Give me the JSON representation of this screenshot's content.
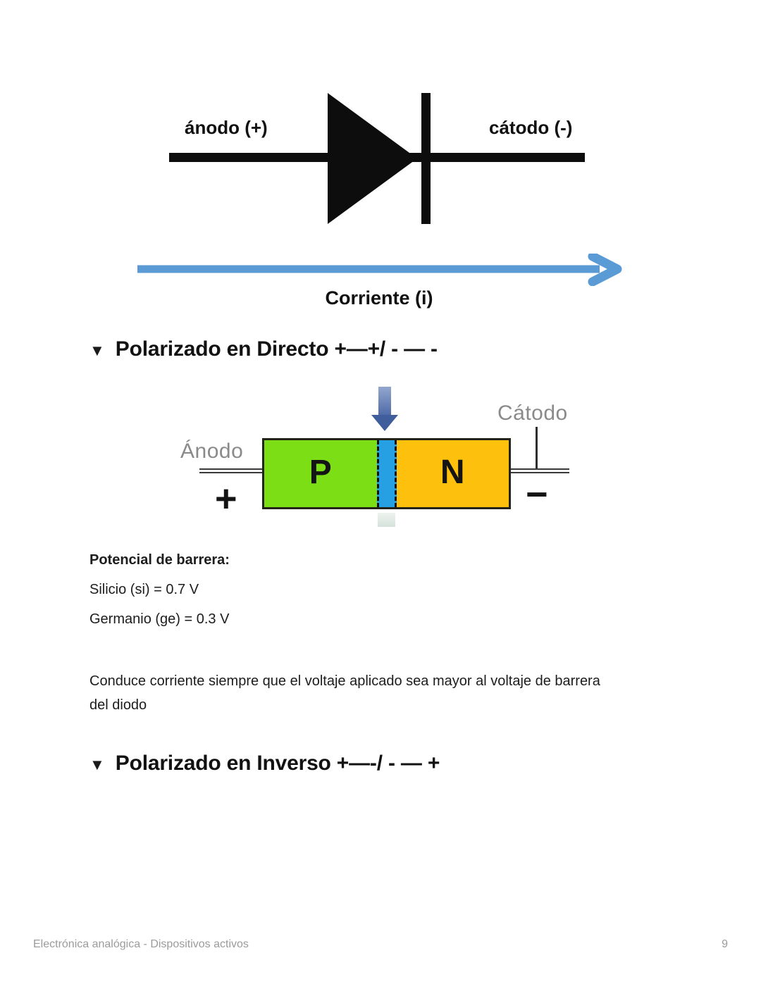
{
  "figure_diode": {
    "anode_label": "ánodo (+)",
    "cathode_label": "cátodo (-)",
    "caption": "Corriente (i)",
    "arrow_color": "#5B9BD5"
  },
  "sections": {
    "directo": {
      "toggle_icon": "▼",
      "title": "Polarizado en Directo +—+/ - — -"
    },
    "inverso": {
      "toggle_icon": "▼",
      "title": "Polarizado en Inverso +—-/ - — +"
    }
  },
  "figure_pn": {
    "anode_label": "Ánodo",
    "cathode_label": "Cátodo",
    "p_label": "P",
    "n_label": "N",
    "plus_sign": "+",
    "minus_sign": "−",
    "p_region_color": "#7CDF16",
    "n_region_color": "#FCC00D",
    "junction_color": "#27A0E3"
  },
  "content": {
    "barrier_heading": "Potencial de barrera:",
    "silicon": "Silicio (si) = 0.7 V",
    "germanium": "Germanio (ge) = 0.3 V",
    "conduction_line1": "Conduce corriente siempre que el voltaje aplicado sea mayor al voltaje de barrera",
    "conduction_line2": "del diodo"
  },
  "footer": {
    "left": "Electrónica analógica - Dispositivos activos",
    "page_number": "9"
  }
}
